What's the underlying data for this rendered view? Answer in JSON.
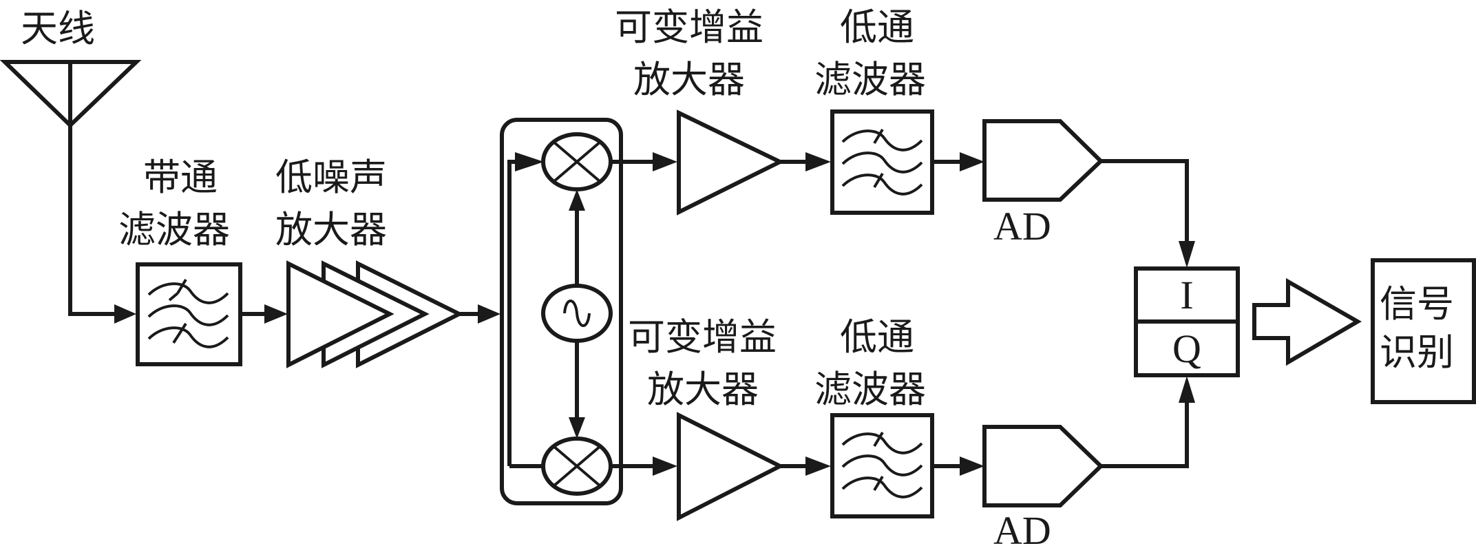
{
  "title": "Receiver block diagram: antenna, band-pass filter, LNA, IQ mixer, VGA, LPF, AD, IQ, signal recognition",
  "labels": {
    "antenna": "天线",
    "bpf_line1": "带通",
    "bpf_line2": "滤波器",
    "lna_line1": "低噪声",
    "lna_line2": "放大器",
    "vga_top_line1": "可变增益",
    "vga_top_line2": "放大器",
    "lpf_top_line1": "低通",
    "lpf_top_line2": "滤波器",
    "vga_bottom_line1": "可变增益",
    "vga_bottom_line2": "放大器",
    "lpf_bottom_line1": "低通",
    "lpf_bottom_line2": "滤波器",
    "ad_top": "AD",
    "ad_bottom": "AD",
    "iq_i": "I",
    "iq_q": "Q",
    "recognition_line1": "信号",
    "recognition_line2": "识别"
  },
  "icons": {
    "mixer": "multiply-circle-icon",
    "oscillator": "sine-circle-icon",
    "filter": "wave-filter-icon"
  },
  "colors": {
    "stroke": "#1a1a1a",
    "background": "#ffffff"
  }
}
